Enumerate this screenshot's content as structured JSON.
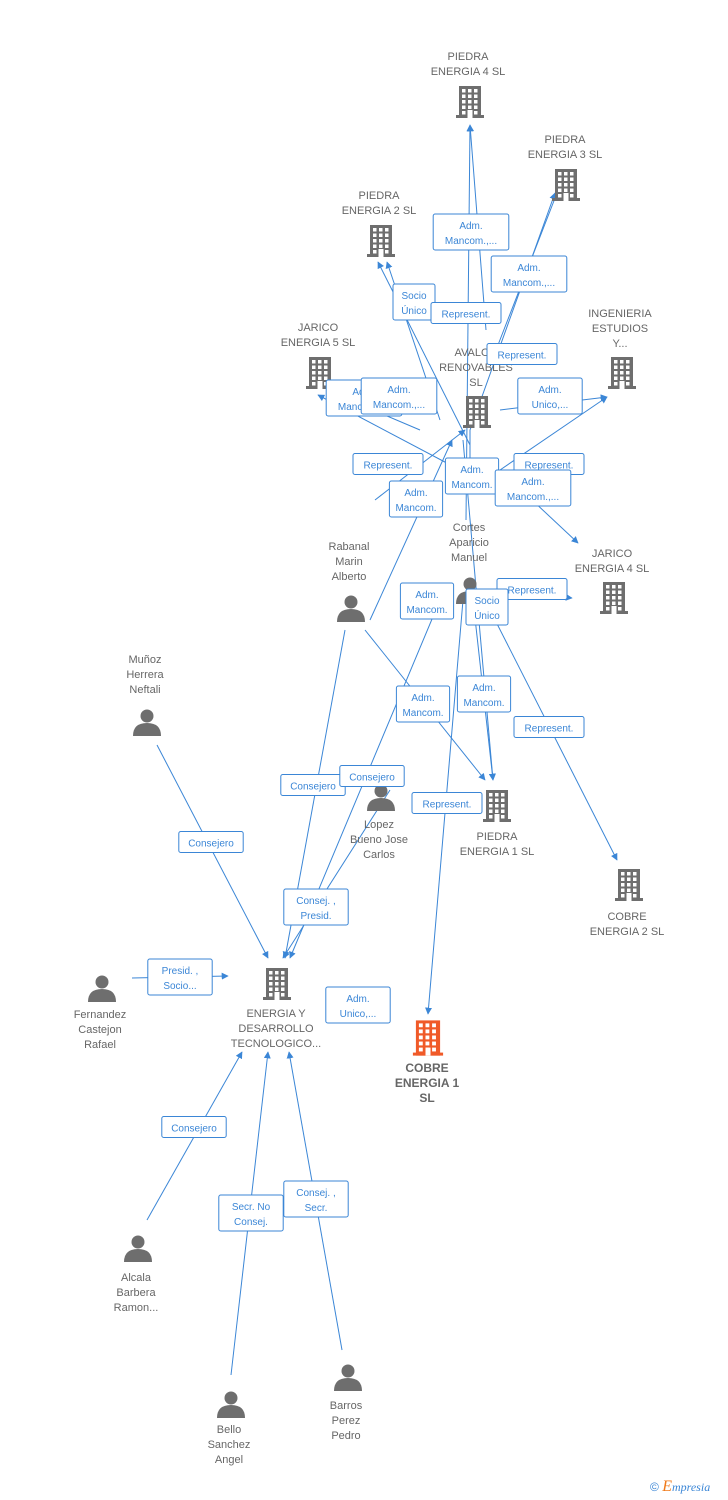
{
  "colors": {
    "edge": "#3b86d6",
    "node": "#6e6e6e",
    "highlight": "#f05a28"
  },
  "nodes": [
    {
      "id": "pe4",
      "type": "company",
      "label": [
        "PIEDRA",
        "ENERGIA 4  SL"
      ]
    },
    {
      "id": "pe3",
      "type": "company",
      "label": [
        "PIEDRA",
        "ENERGIA 3  SL"
      ]
    },
    {
      "id": "pe2",
      "type": "company",
      "label": [
        "PIEDRA",
        "ENERGIA 2  SL"
      ]
    },
    {
      "id": "jar5",
      "type": "company",
      "label": [
        "JARICO",
        "ENERGIA 5  SL"
      ]
    },
    {
      "id": "ing",
      "type": "company",
      "label": [
        "INGENIERIA",
        "ESTUDIOS",
        "Y..."
      ]
    },
    {
      "id": "avalon",
      "type": "company",
      "label": [
        "AVALON",
        "RENOVABLES",
        "SL"
      ]
    },
    {
      "id": "jar4",
      "type": "company",
      "label": [
        "JARICO",
        "ENERGIA 4  SL"
      ]
    },
    {
      "id": "cortes",
      "type": "person",
      "label": [
        "Cortes",
        "Aparicio",
        "Manuel"
      ]
    },
    {
      "id": "rabanal",
      "type": "person",
      "label": [
        "Rabanal",
        "Marin",
        "Alberto"
      ]
    },
    {
      "id": "munoz",
      "type": "person",
      "label": [
        "Muñoz",
        "Herrera",
        "Neftali"
      ]
    },
    {
      "id": "lopez",
      "type": "person",
      "label": [
        "Lopez",
        "Bueno Jose",
        "Carlos"
      ]
    },
    {
      "id": "pe1",
      "type": "company",
      "label": [
        "PIEDRA",
        "ENERGIA 1  SL"
      ]
    },
    {
      "id": "ce2",
      "type": "company",
      "label": [
        "COBRE",
        "ENERGIA 2  SL"
      ]
    },
    {
      "id": "fernandez",
      "type": "person",
      "label": [
        "Fernandez",
        "Castejon",
        "Rafael"
      ]
    },
    {
      "id": "edt",
      "type": "company",
      "label": [
        "ENERGIA Y",
        "DESARROLLO",
        "TECNOLOGICO..."
      ]
    },
    {
      "id": "ce1",
      "type": "company-main",
      "label": [
        "COBRE",
        "ENERGIA 1",
        "SL"
      ]
    },
    {
      "id": "alcala",
      "type": "person",
      "label": [
        "Alcala",
        "Barbera",
        "Ramon..."
      ]
    },
    {
      "id": "bello",
      "type": "person",
      "label": [
        "Bello",
        "Sanchez",
        "Angel"
      ]
    },
    {
      "id": "barros",
      "type": "person",
      "label": [
        "Barros",
        "Perez",
        "Pedro"
      ]
    }
  ],
  "edges": [
    {
      "label": [
        "Adm.",
        "Mancom.,..."
      ]
    },
    {
      "label": [
        "Adm.",
        "Mancom.,..."
      ]
    },
    {
      "label": [
        "Socio",
        "Único"
      ]
    },
    {
      "label": [
        "Represent."
      ]
    },
    {
      "label": [
        "Represent."
      ]
    },
    {
      "label": [
        "Adm.",
        "Mancom.,..."
      ]
    },
    {
      "label": [
        "Adm.",
        "Mancom.,..."
      ]
    },
    {
      "label": [
        "Adm.",
        "Unico,..."
      ]
    },
    {
      "label": [
        "Represent."
      ]
    },
    {
      "label": [
        "Adm.",
        "Mancom."
      ]
    },
    {
      "label": [
        "Adm.",
        "Mancom."
      ]
    },
    {
      "label": [
        "Represent."
      ]
    },
    {
      "label": [
        "Adm.",
        "Mancom.,..."
      ]
    },
    {
      "label": [
        "Represent."
      ]
    },
    {
      "label": [
        "Adm.",
        "Mancom."
      ]
    },
    {
      "label": [
        "Socio",
        "Único"
      ]
    },
    {
      "label": [
        "Adm.",
        "Mancom."
      ]
    },
    {
      "label": [
        "Adm.",
        "Mancom."
      ]
    },
    {
      "label": [
        "Represent."
      ]
    },
    {
      "label": [
        "Consejero"
      ]
    },
    {
      "label": [
        "Consejero"
      ]
    },
    {
      "label": [
        "Represent."
      ]
    },
    {
      "label": [
        "Consejero"
      ]
    },
    {
      "label": [
        "Consej. ,",
        "Presid."
      ]
    },
    {
      "label": [
        "Presid. ,",
        "Socio..."
      ]
    },
    {
      "label": [
        "Adm.",
        "Unico,..."
      ]
    },
    {
      "label": [
        "Consejero"
      ]
    },
    {
      "label": [
        "Secr.  No",
        "Consej."
      ]
    },
    {
      "label": [
        "Consej. ,",
        "Secr."
      ]
    }
  ],
  "footer": {
    "copyright": "©",
    "brand_initial": "E",
    "brand_rest": "mpresia"
  }
}
